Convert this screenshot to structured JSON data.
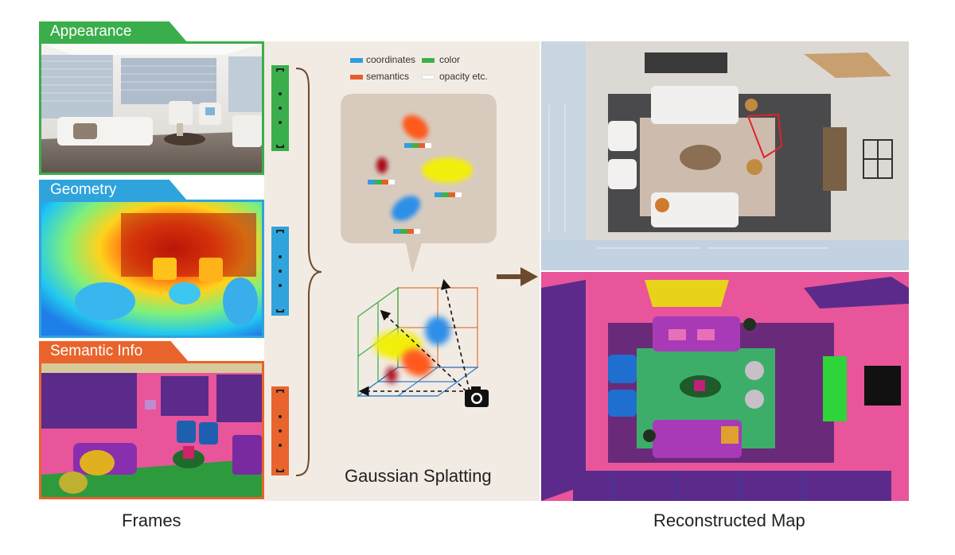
{
  "tabs": {
    "appearance": "Appearance",
    "geometry": "Geometry",
    "semantic": "Semantic Info"
  },
  "legend": {
    "coordinates": "coordinates",
    "color": "color",
    "semantics": "semantics",
    "opacity": "opacity etc."
  },
  "captions": {
    "frames": "Frames",
    "splatting": "Gaussian Splatting",
    "map": "Reconstructed Map"
  },
  "colors": {
    "appearance": "#3aae4a",
    "geometry": "#2fa3dc",
    "semantic": "#e8642c",
    "coordinates": "#2f9ee0",
    "color": "#3cb04a",
    "semantics": "#e85d2a",
    "panel_bg": "#f2ebe3",
    "bubble": "#d8cbbd",
    "arrow": "#6b4a2d"
  }
}
